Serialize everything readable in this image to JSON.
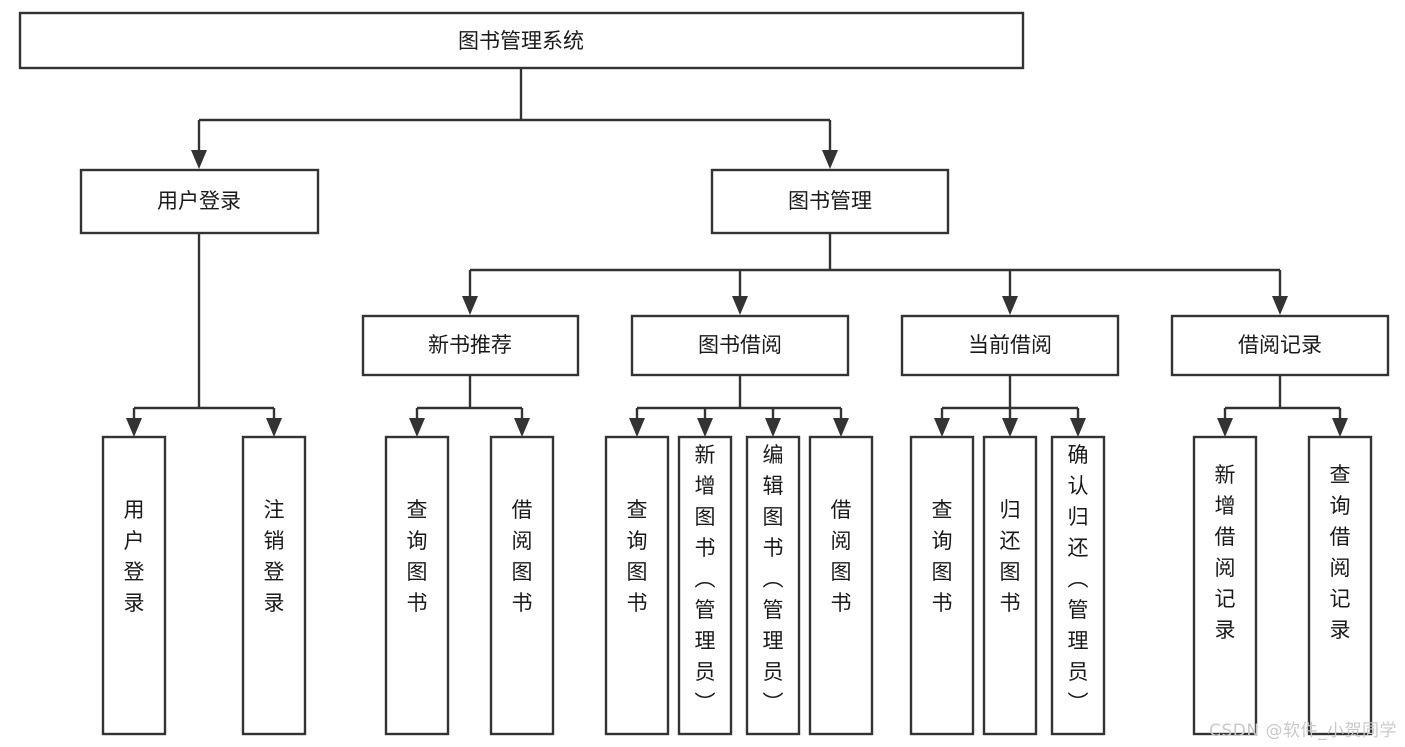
{
  "diagram": {
    "type": "tree-hierarchy",
    "title": "图书管理系统",
    "watermark": "CSDN @软件_小贺同学",
    "colors": {
      "box_stroke": "#333333",
      "box_fill": "#ffffff",
      "connector": "#333333",
      "text": "#1a1a1a",
      "watermark": "#c9c9c9",
      "background": "#ffffff"
    },
    "levels": {
      "root": "图书管理系统",
      "level2": [
        "用户登录",
        "图书管理"
      ],
      "level3": [
        "新书推荐",
        "图书借阅",
        "当前借阅",
        "借阅记录"
      ]
    },
    "nodes": {
      "root": {
        "label": "图书管理系统",
        "orientation": "horizontal"
      },
      "user_login": {
        "label": "用户登录",
        "orientation": "horizontal"
      },
      "book_manage": {
        "label": "图书管理",
        "orientation": "horizontal"
      },
      "new_book_rec": {
        "label": "新书推荐",
        "orientation": "horizontal"
      },
      "book_borrow": {
        "label": "图书借阅",
        "orientation": "horizontal"
      },
      "current_borrow": {
        "label": "当前借阅",
        "orientation": "horizontal"
      },
      "borrow_record": {
        "label": "借阅记录",
        "orientation": "horizontal"
      },
      "leaf_user_login": {
        "label": "用户登录",
        "orientation": "vertical"
      },
      "leaf_logout": {
        "label": "注销登录",
        "orientation": "vertical"
      },
      "leaf_query_book_1": {
        "label": "查询图书",
        "orientation": "vertical"
      },
      "leaf_borrow_book_1": {
        "label": "借阅图书",
        "orientation": "vertical"
      },
      "leaf_query_book_2": {
        "label": "查询图书",
        "orientation": "vertical"
      },
      "leaf_add_book": {
        "label": "新增图书（管理员）",
        "orientation": "vertical"
      },
      "leaf_edit_book": {
        "label": "编辑图书（管理员）",
        "orientation": "vertical"
      },
      "leaf_borrow_book_2": {
        "label": "借阅图书",
        "orientation": "vertical"
      },
      "leaf_query_book_3": {
        "label": "查询图书",
        "orientation": "vertical"
      },
      "leaf_return_book": {
        "label": "归还图书",
        "orientation": "vertical"
      },
      "leaf_confirm_return": {
        "label": "确认归还（管理员）",
        "orientation": "vertical"
      },
      "leaf_add_record": {
        "label": "新增借阅记录",
        "orientation": "vertical"
      },
      "leaf_query_record": {
        "label": "查询借阅记录",
        "orientation": "vertical"
      }
    },
    "branches": [
      {
        "parent": "用户登录",
        "children": [
          "用户登录",
          "注销登录"
        ]
      },
      {
        "parent": "新书推荐",
        "children": [
          "查询图书",
          "借阅图书"
        ]
      },
      {
        "parent": "图书借阅",
        "children": [
          "查询图书",
          "新增图书（管理员）",
          "编辑图书（管理员）",
          "借阅图书"
        ]
      },
      {
        "parent": "当前借阅",
        "children": [
          "查询图书",
          "归还图书",
          "确认归还（管理员）"
        ]
      },
      {
        "parent": "借阅记录",
        "children": [
          "新增借阅记录",
          "查询借阅记录"
        ]
      }
    ]
  }
}
